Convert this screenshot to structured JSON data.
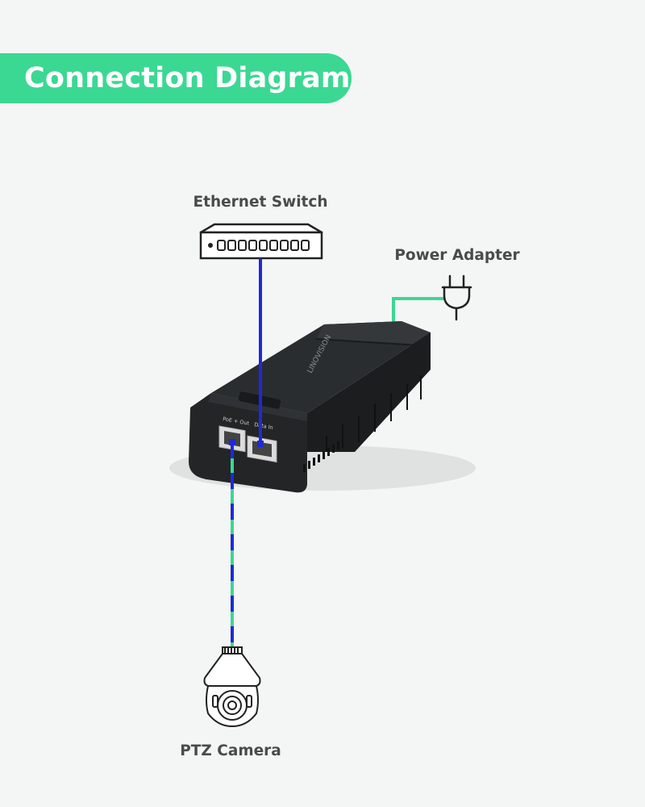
{
  "title": "Connection Diagram",
  "nodes": {
    "switch": "Ethernet Switch",
    "power": "Power Adapter",
    "camera": "PTZ Camera"
  },
  "device": {
    "brand": "LINOVISION",
    "port_poe_out": "PoE + Out",
    "port_data_in": "Data In"
  },
  "colors": {
    "accent": "#3bd893",
    "data_line": "#1f2ad6",
    "power_line": "#3bd893",
    "device_body": "#1e2022"
  }
}
